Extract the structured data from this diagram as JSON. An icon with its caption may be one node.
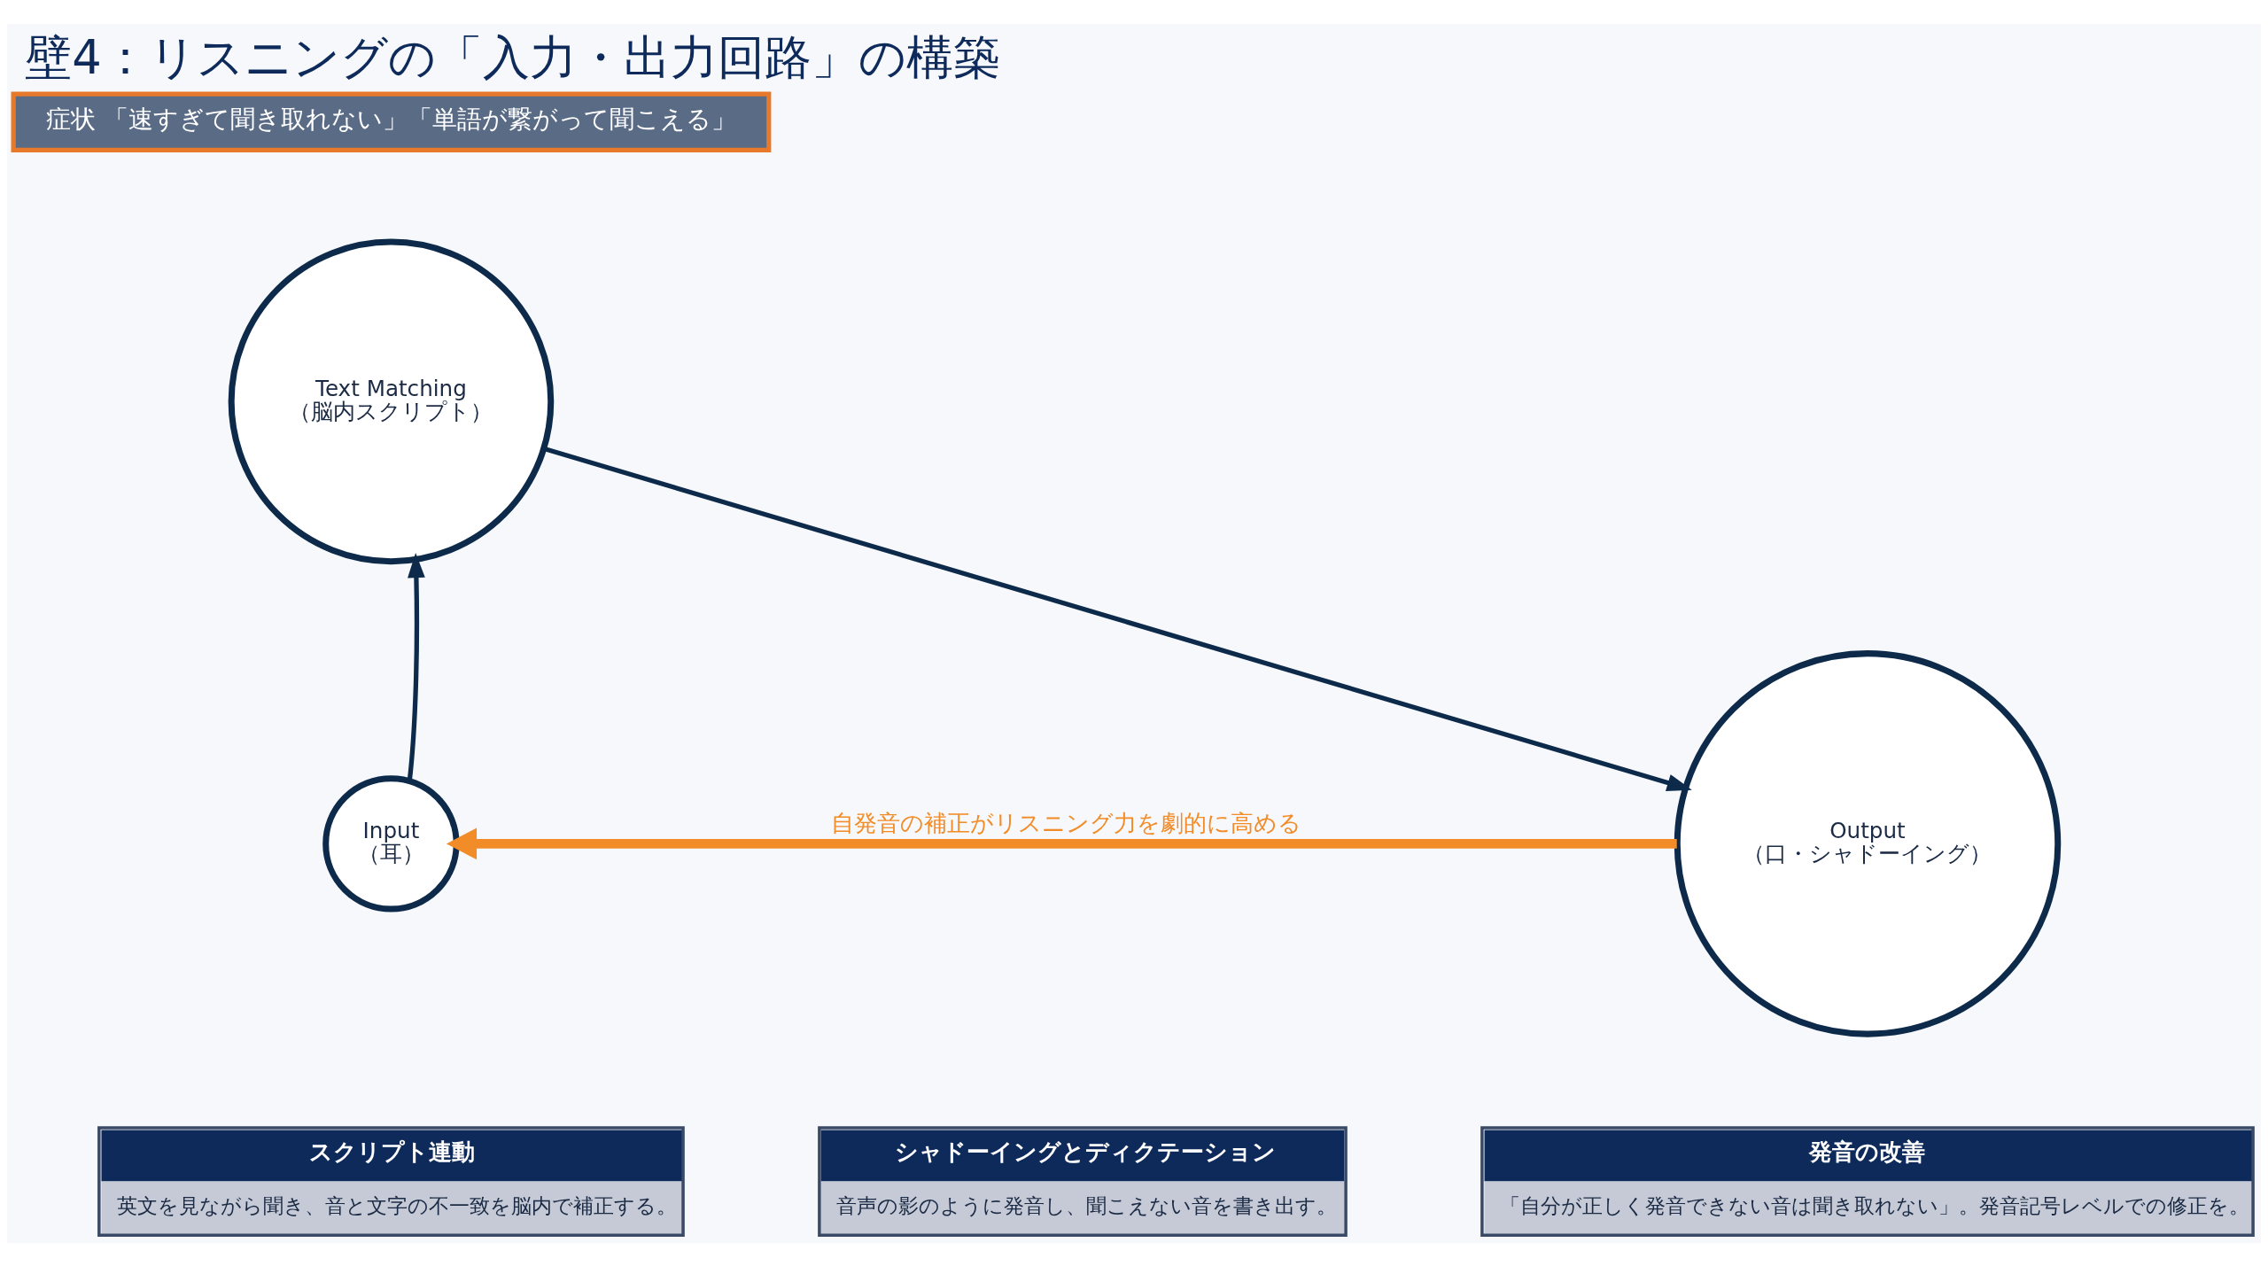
{
  "diagram": {
    "title": "壁4：リスニングの「入力・出力回路」の構築",
    "nodes": [
      {
        "text": [
          "症状 「速すぎて聞き取れない」「単語が繋がって聞こえる」"
        ]
      },
      {
        "text": [
          "Input",
          "（耳）"
        ]
      },
      {
        "text": [
          "Text Matching",
          "（脳内スクリプト）"
        ]
      },
      {
        "text": [
          "Output",
          "（口・シャドーイング）"
        ]
      },
      {
        "text": [
          "スクリプト連動",
          "英文を見ながら聞き、音と文字の不一致を脳内で補正する。"
        ]
      },
      {
        "text": [
          "シャドーイングとディクテーション",
          "音声の影のように発音し、聞こえない音を書き出す。"
        ]
      },
      {
        "text": [
          "発音の改善",
          "「自分が正しく発音できない音は聞き取れない」。発音記号レベルでの修正を。"
        ]
      }
    ],
    "edges": [
      {
        "from": 1,
        "to": 2,
        "arrow": "to"
      },
      {
        "from": 2,
        "to": 3,
        "arrow": "to"
      },
      {
        "from": 3,
        "to": 1,
        "arrow": "to",
        "label": "自発音の補正がリスニング力を劇的に高める",
        "style": "thick",
        "color": "#f28c28"
      }
    ]
  }
}
